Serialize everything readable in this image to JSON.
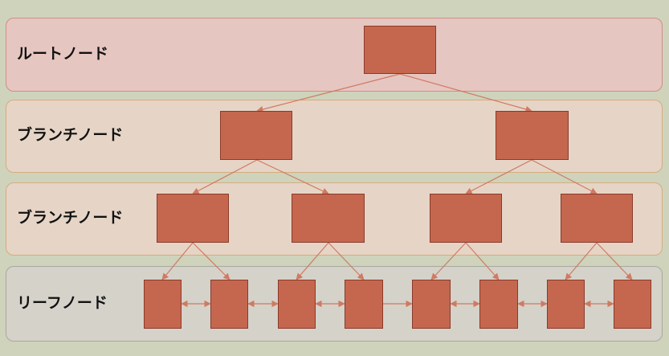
{
  "levels": {
    "root": "ルートノード",
    "branch1": "ブランチノード",
    "branch2": "ブランチノード",
    "leaf": "リーフノード"
  },
  "colors": {
    "background": "#cfd3bb",
    "node_fill": "#c5674f",
    "node_border": "#8a3a2a",
    "edge": "#cf7a62"
  }
}
